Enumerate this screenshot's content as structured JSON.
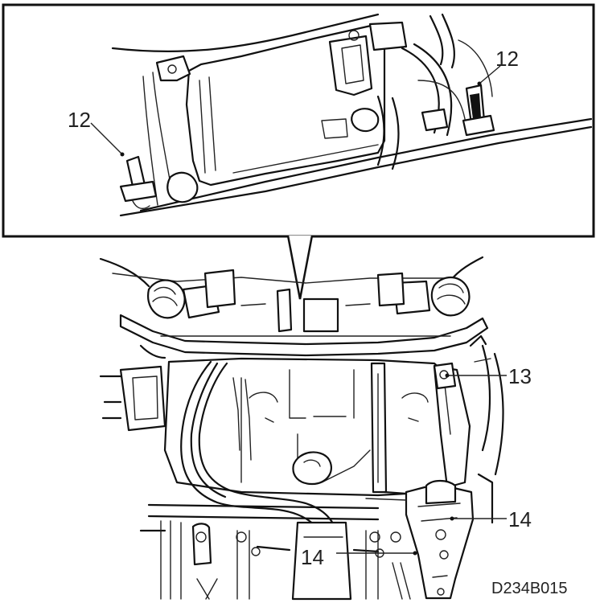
{
  "figure": {
    "code": "D234B015",
    "callouts": {
      "upper_left": "12",
      "upper_right": "12",
      "right_mid": "13",
      "right_low": "14",
      "bottom_mid": "14"
    }
  }
}
